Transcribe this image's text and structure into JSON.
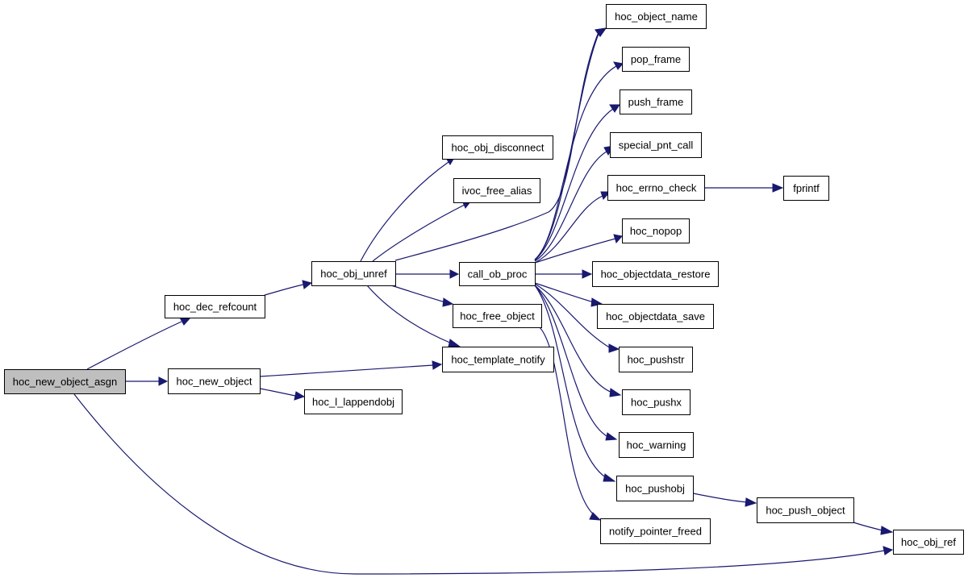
{
  "diagram": {
    "colors": {
      "edge": "#191970",
      "root_fill": "#bfbfbf",
      "node_fill": "#ffffff",
      "border": "#000000"
    },
    "nodes": [
      {
        "id": "root",
        "label": "hoc_new_object_asgn",
        "root": true
      },
      {
        "id": "dec",
        "label": "hoc_dec_refcount"
      },
      {
        "id": "newobj",
        "label": "hoc_new_object"
      },
      {
        "id": "unref",
        "label": "hoc_obj_unref"
      },
      {
        "id": "lappend",
        "label": "hoc_l_lappendobj"
      },
      {
        "id": "disconnect",
        "label": "hoc_obj_disconnect"
      },
      {
        "id": "ivoc",
        "label": "ivoc_free_alias"
      },
      {
        "id": "callob",
        "label": "call_ob_proc"
      },
      {
        "id": "freeobj",
        "label": "hoc_free_object"
      },
      {
        "id": "template",
        "label": "hoc_template_notify"
      },
      {
        "id": "objname",
        "label": "hoc_object_name"
      },
      {
        "id": "popframe",
        "label": "pop_frame"
      },
      {
        "id": "pushframe",
        "label": "push_frame"
      },
      {
        "id": "special",
        "label": "special_pnt_call"
      },
      {
        "id": "errno",
        "label": "hoc_errno_check"
      },
      {
        "id": "nopop",
        "label": "hoc_nopop"
      },
      {
        "id": "restore",
        "label": "hoc_objectdata_restore"
      },
      {
        "id": "save",
        "label": "hoc_objectdata_save"
      },
      {
        "id": "pushstr",
        "label": "hoc_pushstr"
      },
      {
        "id": "pushx",
        "label": "hoc_pushx"
      },
      {
        "id": "warning",
        "label": "hoc_warning"
      },
      {
        "id": "pushobj",
        "label": "hoc_pushobj"
      },
      {
        "id": "notify",
        "label": "notify_pointer_freed"
      },
      {
        "id": "fprintf",
        "label": "fprintf"
      },
      {
        "id": "pushobject",
        "label": "hoc_push_object"
      },
      {
        "id": "objref",
        "label": "hoc_obj_ref"
      }
    ],
    "edges": [
      {
        "from": "root",
        "to": "dec"
      },
      {
        "from": "root",
        "to": "newobj"
      },
      {
        "from": "root",
        "to": "objref"
      },
      {
        "from": "dec",
        "to": "unref"
      },
      {
        "from": "newobj",
        "to": "template"
      },
      {
        "from": "newobj",
        "to": "lappend"
      },
      {
        "from": "unref",
        "to": "disconnect"
      },
      {
        "from": "unref",
        "to": "ivoc"
      },
      {
        "from": "unref",
        "to": "objname"
      },
      {
        "from": "unref",
        "to": "callob"
      },
      {
        "from": "unref",
        "to": "freeobj"
      },
      {
        "from": "unref",
        "to": "template"
      },
      {
        "from": "callob",
        "to": "objname"
      },
      {
        "from": "callob",
        "to": "popframe"
      },
      {
        "from": "callob",
        "to": "pushframe"
      },
      {
        "from": "callob",
        "to": "special"
      },
      {
        "from": "callob",
        "to": "errno"
      },
      {
        "from": "callob",
        "to": "nopop"
      },
      {
        "from": "callob",
        "to": "restore"
      },
      {
        "from": "callob",
        "to": "save"
      },
      {
        "from": "callob",
        "to": "pushstr"
      },
      {
        "from": "callob",
        "to": "pushx"
      },
      {
        "from": "callob",
        "to": "warning"
      },
      {
        "from": "callob",
        "to": "pushobj"
      },
      {
        "from": "freeobj",
        "to": "notify"
      },
      {
        "from": "errno",
        "to": "fprintf"
      },
      {
        "from": "pushobj",
        "to": "pushobject"
      },
      {
        "from": "pushobject",
        "to": "objref"
      }
    ]
  }
}
